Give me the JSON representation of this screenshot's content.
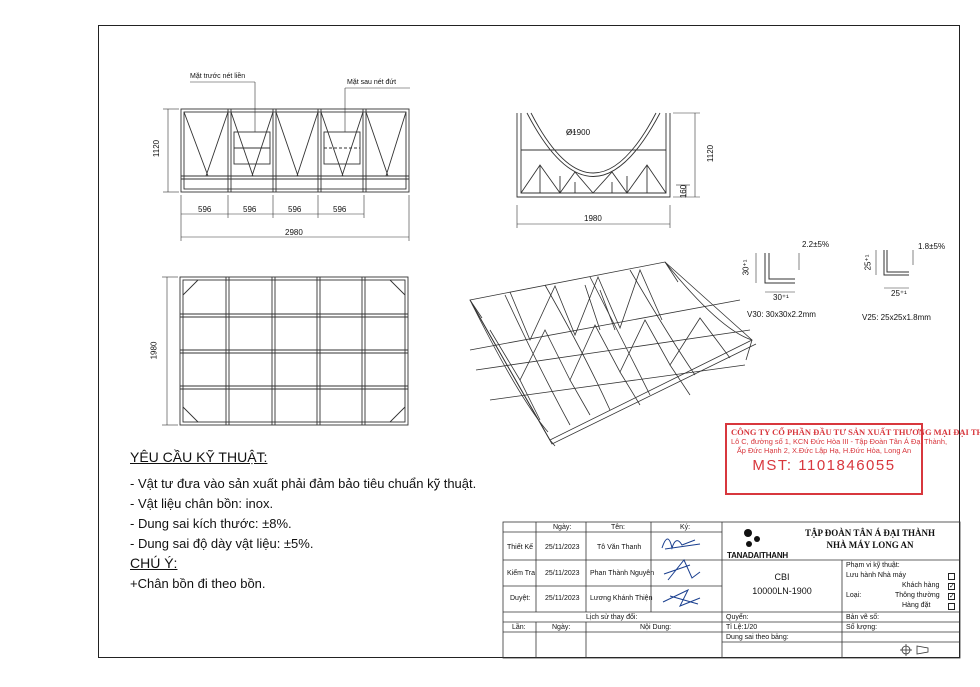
{
  "labels": {
    "front_solid": "Mặt trước nét liền",
    "back_dashed": "Mặt sau nét đứt",
    "diameter": "Ø1900"
  },
  "dimensions": {
    "height_front": "1120",
    "seg1": "596",
    "seg2": "596",
    "seg3": "596",
    "seg4": "596",
    "overall_length": "2980",
    "side_height": "1120",
    "side_foot": "160",
    "side_width": "1980",
    "plan_width": "1980"
  },
  "profiles": {
    "v30_side": "30⁺¹",
    "v30_bottom": "30⁺¹",
    "v30_thk": "2.2±5%",
    "v30_caption": "V30: 30x30x2.2mm",
    "v25_side": "25⁺¹",
    "v25_bottom": "25⁺¹",
    "v25_thk": "1.8±5%",
    "v25_caption": "V25: 25x25x1.8mm"
  },
  "requirements": {
    "title": "YÊU CẦU KỸ THUẬT:",
    "items": [
      "- Vật tư đưa vào sản xuất phải đảm bảo tiêu chuẩn kỹ thuật.",
      "- Vật liệu chân bồn: inox.",
      "- Dung sai kích thước: ±8%.",
      "- Dung sai độ dày vật liệu: ±5%."
    ],
    "note_title": "CHÚ Ý:",
    "note": "+Chân bồn đi theo bồn."
  },
  "stamp": {
    "company": "CÔNG TY CỔ PHẦN ĐẦU TƯ SẢN XUẤT THƯƠNG MẠI ĐẠI THÀNH",
    "addr1": "Lô C, đường số 1, KCN Đức Hòa III - Tập Đoàn Tân Á Đại Thành,",
    "addr2": "Ấp Đức Hạnh 2, X.Đức Lập Hạ, H.Đức Hòa, Long An",
    "tax": "MST: 1101846055"
  },
  "title_block": {
    "h_date": "Ngày:",
    "h_name": "Tên:",
    "h_sign": "Ký:",
    "rows": [
      {
        "role": "Thiết Kế",
        "date": "25/11/2023",
        "name": "Tô Văn Thanh"
      },
      {
        "role": "Kiểm Tra",
        "date": "25/11/2023",
        "name": "Phan Thành Nguyên"
      },
      {
        "role": "Duyệt:",
        "date": "25/11/2023",
        "name": "Lương Khánh Thiện"
      }
    ],
    "history": "Lịch sử thay đổi:",
    "h_rev": "Lần:",
    "h_rev_date": "Ngày:",
    "h_content": "Nội Dung:",
    "logo": "TANADAITHANH",
    "group1": "TẬP ĐOÀN TÂN Á ĐẠI THÀNH",
    "group2": "NHÀ MÁY LONG AN",
    "product1": "CBI",
    "product2": "10000LN-1900",
    "scope_title": "Phạm vi kỹ thuật:",
    "scope1": "Lưu hành Nhà máy",
    "scope2": "Khách hàng",
    "type_label": "Loại:",
    "type1": "Thông thường",
    "type2": "Hàng đặt",
    "version": "Quyển:",
    "scale": "Tỉ Lệ:1/20",
    "tolerance": "Dung sai theo bảng:",
    "sheet_no": "Bản vẽ số:",
    "quantity": "Số lượng:"
  }
}
